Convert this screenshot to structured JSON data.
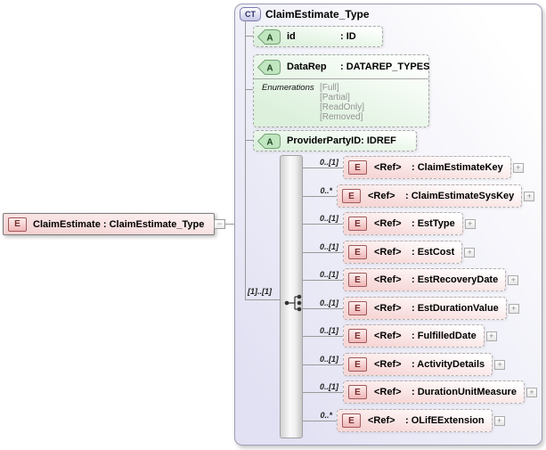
{
  "root_element": {
    "badge": "E",
    "label": "ClaimEstimate : ClaimEstimate_Type",
    "collapse_icon": "−"
  },
  "complex_type": {
    "badge": "CT",
    "title": "ClaimEstimate_Type",
    "attributes": [
      {
        "badge": "A",
        "name": "id",
        "type": ": ID"
      },
      {
        "badge": "A",
        "name": "DataRep",
        "type": ": DATAREP_TYPES",
        "enumerations": {
          "label": "Enumerations",
          "values": {
            "0": "[Full]",
            "1": "[Partial]",
            "2": "[ReadOnly]",
            "3": "[Removed]"
          }
        }
      },
      {
        "badge": "A",
        "name": "ProviderPartyID",
        "type": ": IDREF"
      }
    ],
    "sequence": {
      "cardinality": "[1]..[1]"
    },
    "elements": [
      {
        "badge": "E",
        "cardinality": "0..[1]",
        "ref_label": "<Ref>",
        "name": ": ClaimEstimateKey",
        "expand_icon": "+"
      },
      {
        "badge": "E",
        "cardinality": "0..*",
        "ref_label": "<Ref>",
        "name": ": ClaimEstimateSysKey",
        "expand_icon": "+"
      },
      {
        "badge": "E",
        "cardinality": "0..[1]",
        "ref_label": "<Ref>",
        "name": ": EstType",
        "expand_icon": "+"
      },
      {
        "badge": "E",
        "cardinality": "0..[1]",
        "ref_label": "<Ref>",
        "name": ": EstCost",
        "expand_icon": "+"
      },
      {
        "badge": "E",
        "cardinality": "0..[1]",
        "ref_label": "<Ref>",
        "name": ": EstRecoveryDate",
        "expand_icon": "+"
      },
      {
        "badge": "E",
        "cardinality": "0..[1]",
        "ref_label": "<Ref>",
        "name": ": EstDurationValue",
        "expand_icon": "+"
      },
      {
        "badge": "E",
        "cardinality": "0..[1]",
        "ref_label": "<Ref>",
        "name": ": FulfilledDate",
        "expand_icon": "+"
      },
      {
        "badge": "E",
        "cardinality": "0..[1]",
        "ref_label": "<Ref>",
        "name": ": ActivityDetails",
        "expand_icon": "+"
      },
      {
        "badge": "E",
        "cardinality": "0..[1]",
        "ref_label": "<Ref>",
        "name": ": DurationUnitMeasure",
        "expand_icon": "+"
      },
      {
        "badge": "E",
        "cardinality": "0..*",
        "ref_label": "<Ref>",
        "name": ": OLifEExtension",
        "expand_icon": "+"
      }
    ]
  },
  "colors": {
    "container_fill": "#e1e1f3",
    "attribute_fill": "#dcf0dc",
    "element_fill": "#f7d6d6",
    "badge_element_border": "#a05a5a",
    "badge_attribute_border": "#76a076",
    "badge_complextype_border": "#7b7bb0",
    "connector": "#9a9a9a"
  }
}
